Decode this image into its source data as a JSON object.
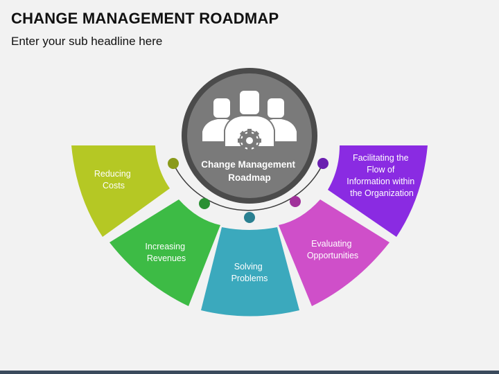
{
  "header": {
    "title": "CHANGE MANAGEMENT ROADMAP",
    "subtitle": "Enter your sub headline here"
  },
  "center": {
    "line1": "Change Management",
    "line2": "Roadmap",
    "icon": "team-gear-icon"
  },
  "segments": [
    {
      "lines": [
        "Reducing",
        "Costs"
      ],
      "color": "#b5c824",
      "dot": "#8a9a1a"
    },
    {
      "lines": [
        "Increasing",
        "Revenues"
      ],
      "color": "#3dbb45",
      "dot": "#2a8f32"
    },
    {
      "lines": [
        "Solving",
        "Problems"
      ],
      "color": "#3ba9bd",
      "dot": "#2a8091"
    },
    {
      "lines": [
        "Evaluating",
        "Opportunities"
      ],
      "color": "#cf4fc9",
      "dot": "#a0319a"
    },
    {
      "lines": [
        "Facilitating the",
        "Flow of",
        "Information within",
        "the Organization"
      ],
      "color": "#8a2be2",
      "dot": "#6a1fb0"
    }
  ]
}
